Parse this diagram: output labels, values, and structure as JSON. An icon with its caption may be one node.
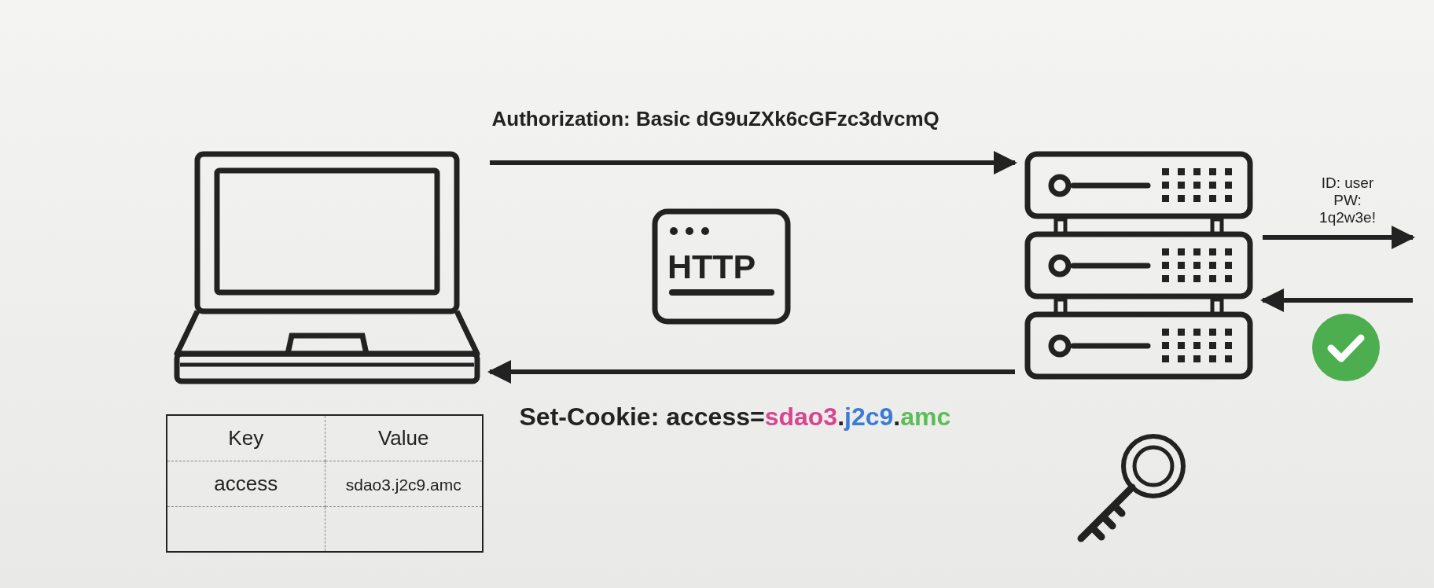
{
  "diagram": {
    "nodes": [
      {
        "text": [],
        "shape": "picture"
      },
      {
        "text": [],
        "shape": "picture"
      }
    ],
    "edges": [
      {
        "from": 0,
        "to": 1,
        "arrow": "to",
        "label": "Authorization: Basic dG9uZXk6cGFzc3dvcmQ"
      },
      {
        "from": 1,
        "to": 0,
        "arrow": "to",
        "label": "Set-Cookie: access=sdao3.j2c9.amc"
      },
      {
        "from": 1,
        "to": null,
        "arrow": "to",
        "label": "ID: user PW: 1q2w3e!"
      },
      {
        "from": null,
        "to": 1,
        "arrow": "to"
      }
    ],
    "labels": [
      "HTTP",
      "Key",
      "Value",
      "access",
      "sdao3.j2c9.amc"
    ]
  }
}
